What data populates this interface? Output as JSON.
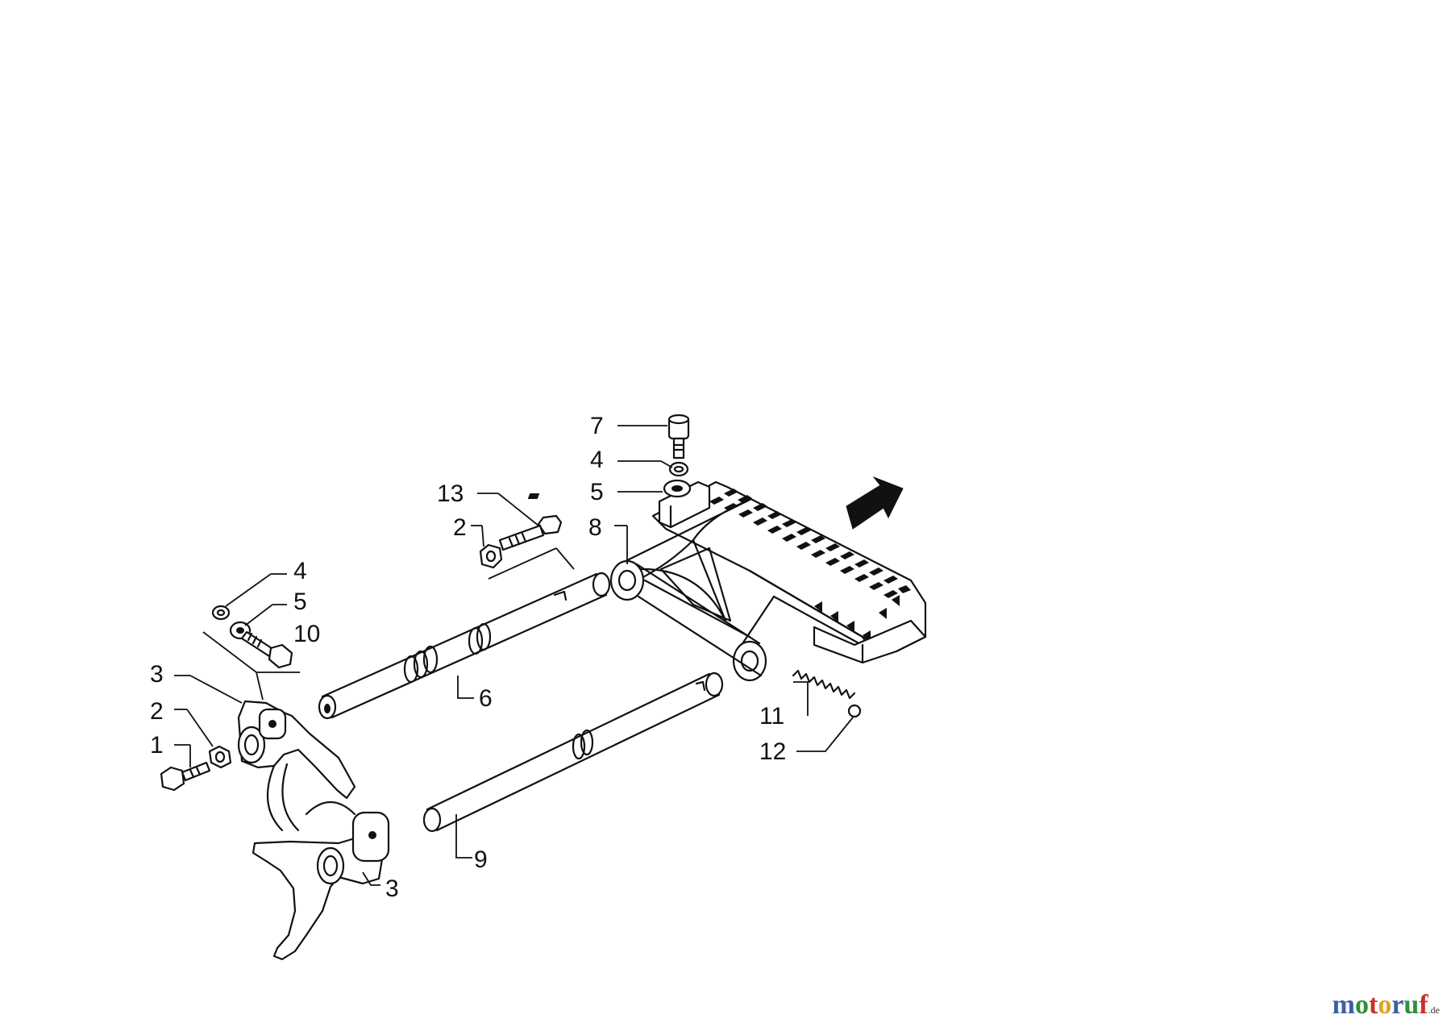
{
  "callouts": {
    "c7": "7",
    "c4a": "4",
    "c5a": "5",
    "c13": "13",
    "c2a": "2",
    "c8": "8",
    "c4b": "4",
    "c5b": "5",
    "c10": "10",
    "c3a": "3",
    "c2b": "2",
    "c1": "1",
    "c6": "6",
    "c11": "11",
    "c12": "12",
    "c9": "9",
    "c3b": "3"
  },
  "watermark": {
    "letters": [
      "m",
      "o",
      "t",
      "o",
      "r",
      "u",
      "f"
    ],
    "letter_colors": [
      "#3b5fa8",
      "#2f8f3a",
      "#c8322a",
      "#e0a21c",
      "#3b5fa8",
      "#2f8f3a",
      "#c8322a"
    ],
    "suffix": ".de"
  }
}
